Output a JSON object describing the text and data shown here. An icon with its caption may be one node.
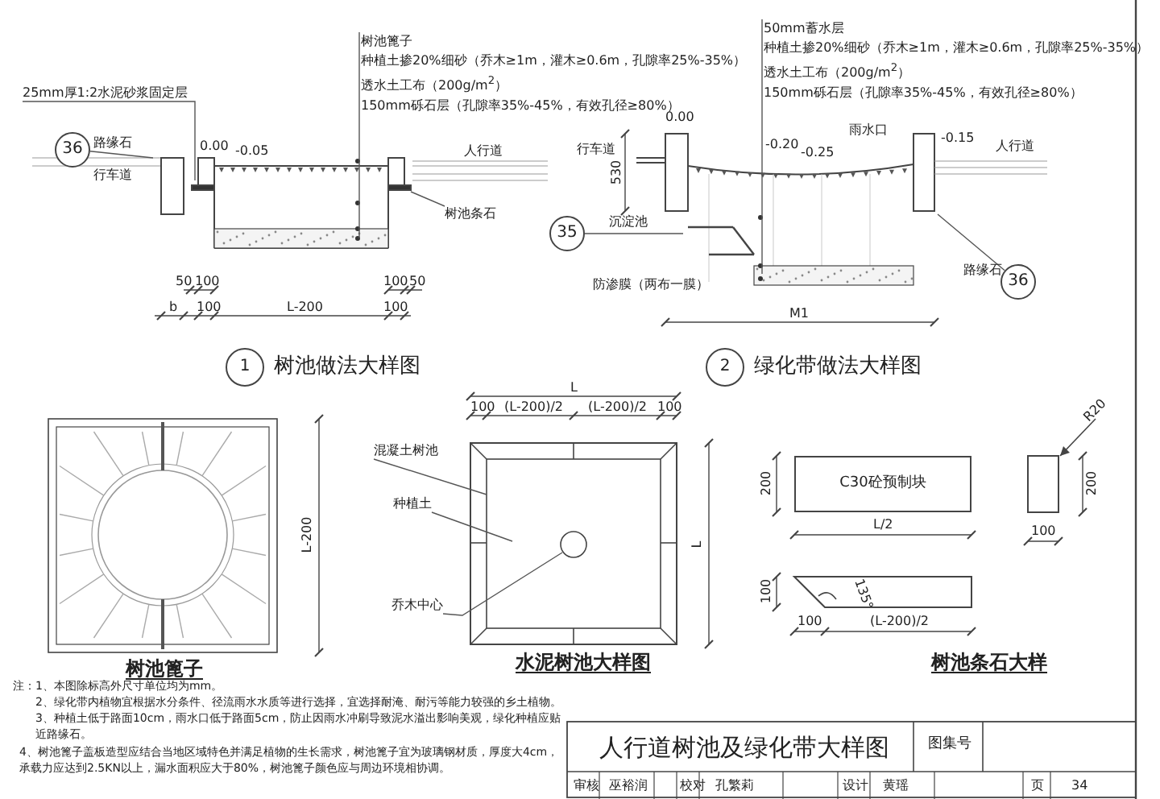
{
  "diagram": {
    "title": "人行道树池及绿化带大样图",
    "nodes": [
      {
        "text": [
          "36"
        ]
      },
      {
        "text": [
          "25mm厚1:2水泥砂浆固定层"
        ]
      },
      {
        "text": [
          "树池篦子",
          "种植土掺20%细砂（乔木≥1m，灌木≥0.6m，孔隙率25%-35%）",
          "透水土工布（200g/m$^{2}$）",
          "150mm砾石层（孔隙率35%-45%，有效孔径≥80%）"
        ]
      },
      {
        "text": [
          "树池条石"
        ]
      },
      {
        "text": [
          "50mm蓄水层",
          "种植土掺20%细砂（乔木≥1m，灌木≥0.6m，孔隙率25%-35%）",
          "透水土工布（200g/m$^{2}$）",
          "150mm砾石层（孔隙率35%-45%，有效孔径≥80%）"
        ]
      },
      {
        "text": [
          "35"
        ]
      },
      {
        "text": [
          "36"
        ]
      },
      {
        "text": [
          "1"
        ],
        "beside": [
          "树池做法大样图"
        ]
      },
      {
        "text": [
          "2"
        ],
        "beside": [
          "绿化带做法大样图"
        ]
      },
      {
        "text": [
          "混凝土树池"
        ]
      },
      {
        "text": [
          "种植土"
        ]
      },
      {
        "text": [
          "乔木中心"
        ]
      },
      {
        "text": [
          "C30砼预制块"
        ]
      },
      {
        "text": [],
        "shape": "picture"
      },
      {
        "text": [],
        "shape": "picture"
      },
      {
        "text": [],
        "shape": "picture"
      }
    ],
    "edges": [
      {
        "from": 0,
        "to": 13,
        "arrow": "none"
      },
      {
        "from": 1,
        "to": 13,
        "arrow": "none"
      },
      {
        "from": 2,
        "to": 13,
        "arrow": "none"
      },
      {
        "from": 3,
        "to": 13,
        "arrow": "none"
      },
      {
        "from": 4,
        "to": 14,
        "arrow": "none"
      },
      {
        "from": 5,
        "to": 14,
        "arrow": "none"
      },
      {
        "from": 6,
        "to": 14,
        "arrow": "none"
      },
      {
        "from": 9,
        "to": 15,
        "arrow": "none"
      },
      {
        "from": 10,
        "to": 15,
        "arrow": "none"
      },
      {
        "from": 11,
        "to": 15,
        "arrow": "none"
      }
    ],
    "labels": [
      "路缘石",
      "行车道",
      "0.00",
      "-0.05",
      "人行道",
      "50",
      "100",
      "100",
      "50",
      "b",
      "100",
      "L-200",
      "100",
      "0.00",
      "行车道",
      "530",
      "沉淀池",
      "-0.20",
      "-0.25",
      "雨水口",
      "-0.15",
      "人行道",
      "防渗膜（两布一膜）",
      "路缘石",
      "M1",
      "L-200",
      "树池篦子",
      "L",
      "100",
      "(L-200)/2",
      "(L-200)/2",
      "100",
      "L",
      "水泥树池大样图",
      "200",
      "L/2",
      "100",
      "135°",
      "100",
      "(L-200)/2",
      "R20",
      "200",
      "100",
      "树池条石大样",
      "注：",
      "1、本图除标高外尺寸单位均为mm。",
      "2、绿化带内植物宜根据水分条件、径流雨水水质等进行选择，宜选择耐淹、耐污等能力较强的乡土植物。",
      "3、种植土低于路面10cm，雨水口低于路面5cm，防止因雨水冲刷导致泥水溢出影响美观，绿化种植应贴近路缘石。",
      "4、树池篦子盖板造型应结合当地区域特色并满足植物的生长需求，树池篦子宜为玻璃钢材质，厚度大4cm，承载力应达到2.5KN以上，漏水面积应大于80%，树池篦子颜色应与周边环境相协调。",
      "图集号",
      "审核",
      "巫裕润",
      "校对",
      "孔繁莉",
      "设计",
      "黄瑶",
      "页",
      "34"
    ]
  }
}
